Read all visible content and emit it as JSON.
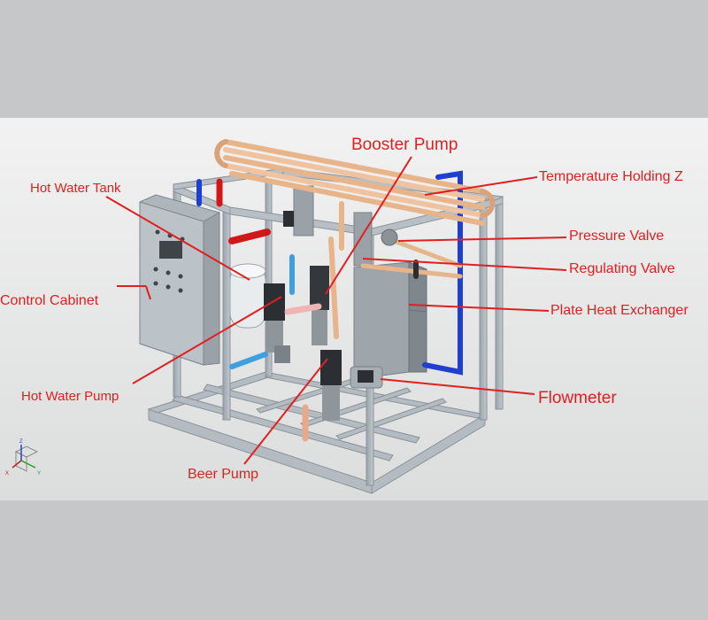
{
  "labels": {
    "hot_water_tank": "Hot Water Tank",
    "booster_pump": "Booster Pump",
    "temperature_holding": "Temperature Holding Z",
    "pressure_valve": "Pressure Valve",
    "regulating_valve": "Regulating Valve",
    "plate_heat_exchanger": "Plate Heat Exchanger",
    "control_cabinet": "Control Cabinet",
    "hot_water_pump": "Hot Water Pump",
    "flowmeter": "Flowmeter",
    "beer_pump": "Beer Pump"
  },
  "colors": {
    "label": "#e02020",
    "frame": "#aeb6bc",
    "tube_copper": "#e8b48a",
    "pipe_blue": "#1f3fd0",
    "pipe_red": "#d01818",
    "background": "#c6c7c9",
    "viewport": "#e9eaea"
  },
  "axis_triad": {
    "x": "X",
    "y": "Y",
    "z": "Z"
  }
}
